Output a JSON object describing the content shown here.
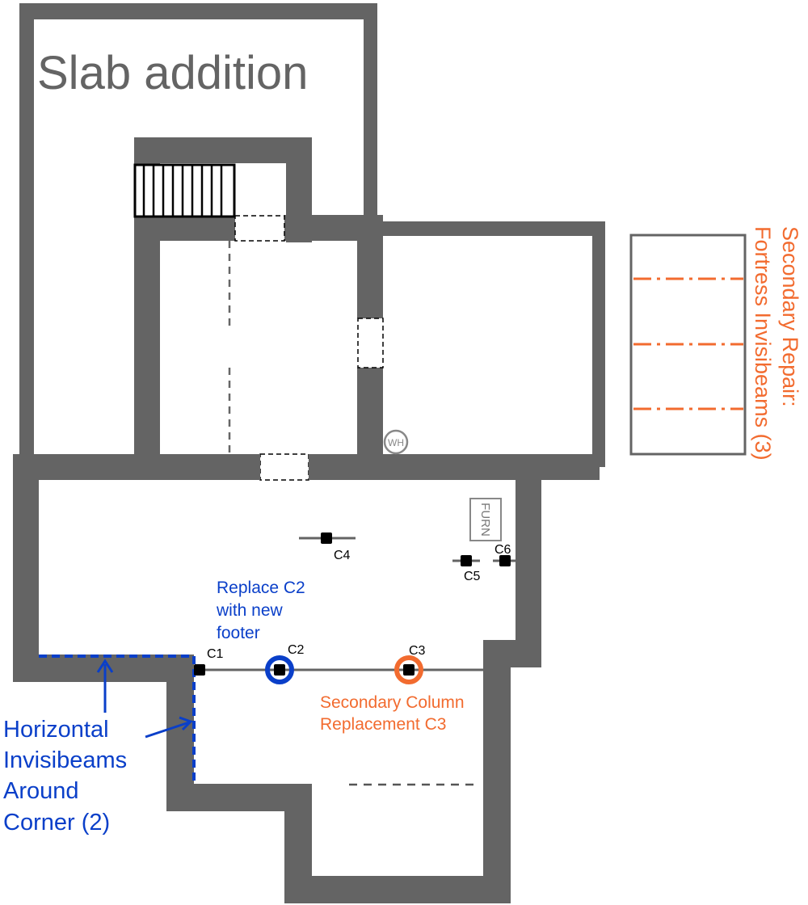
{
  "slab_label": "Slab addition",
  "equipment": {
    "water_heater": "WH",
    "furnace": "FURN"
  },
  "columns": {
    "c1": "C1",
    "c2": "C2",
    "c3": "C3",
    "c4": "C4",
    "c5": "C5",
    "c6": "C6"
  },
  "annotations": {
    "replace_c2": [
      "Replace C2",
      "with new",
      "footer"
    ],
    "secondary_column": [
      "Secondary Column",
      "Replacement C3"
    ],
    "horizontal_invisibeams": [
      "Horizontal",
      "Invisibeams",
      "Around",
      "Corner (2)"
    ],
    "secondary_repair": [
      "Secondary Repair:",
      "Fortress Invisibeams (3)"
    ]
  },
  "colors": {
    "wall": "#646464",
    "blue": "#0a3fc9",
    "orange": "#f26b2f",
    "black": "#000000"
  }
}
